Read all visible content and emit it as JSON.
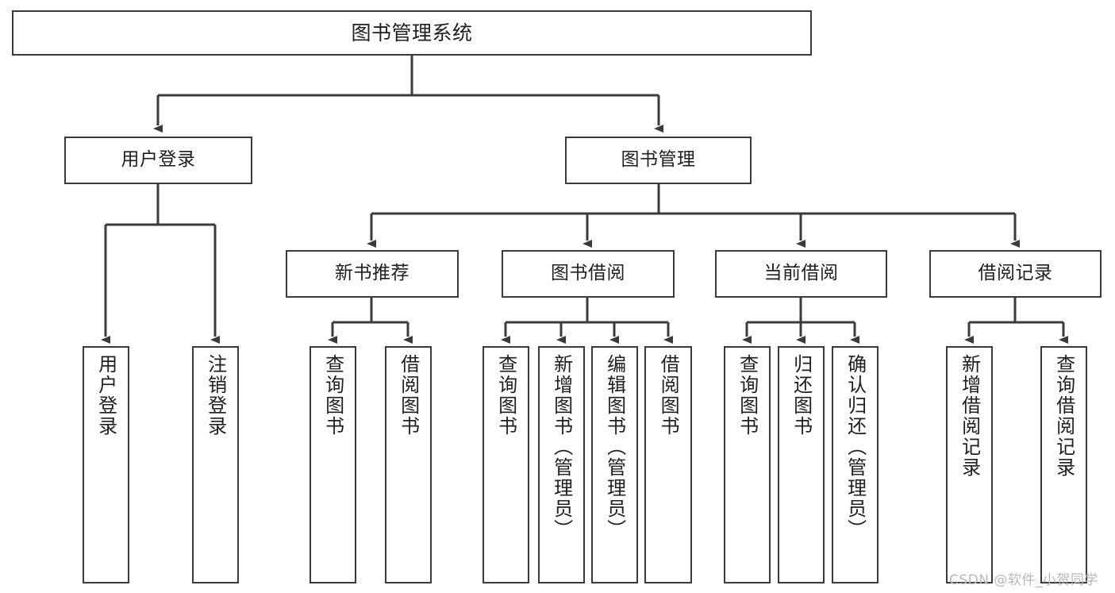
{
  "diagram": {
    "title": "图书管理系统",
    "type": "tree-hierarchy-chart",
    "root": {
      "label": "图书管理系统"
    },
    "level1": [
      {
        "label": "用户登录"
      },
      {
        "label": "图书管理"
      }
    ],
    "level2": [
      {
        "label": "新书推荐"
      },
      {
        "label": "图书借阅"
      },
      {
        "label": "当前借阅"
      },
      {
        "label": "借阅记录"
      }
    ],
    "leaves": {
      "user_login": [
        {
          "label": "用户登录"
        },
        {
          "label": "注销登录"
        }
      ],
      "new_book_recommend": [
        {
          "label": "查询图书"
        },
        {
          "label": "借阅图书"
        }
      ],
      "book_borrow": [
        {
          "label": "查询图书"
        },
        {
          "label": "新增图书（管理员）"
        },
        {
          "label": "编辑图书（管理员）"
        },
        {
          "label": "借阅图书"
        }
      ],
      "current_borrow": [
        {
          "label": "查询图书"
        },
        {
          "label": "归还图书"
        },
        {
          "label": "确认归还（管理员）"
        }
      ],
      "borrow_record": [
        {
          "label": "新增借阅记录"
        },
        {
          "label": "查询借阅记录"
        }
      ]
    }
  },
  "watermark": {
    "text": "CSDN @软件_小贺同学"
  },
  "colors": {
    "stroke": "#3b3b3b",
    "background": "#ffffff",
    "text": "#1f1f1f",
    "watermark": "#b9b9b9"
  },
  "chart_data": {
    "type": "table",
    "title": "图书管理系统 功能结构图",
    "nodes": [
      {
        "level": 0,
        "label": "图书管理系统",
        "parent": null
      },
      {
        "level": 1,
        "label": "用户登录",
        "parent": "图书管理系统"
      },
      {
        "level": 1,
        "label": "图书管理",
        "parent": "图书管理系统"
      },
      {
        "level": 2,
        "label": "用户登录",
        "parent": "用户登录"
      },
      {
        "level": 2,
        "label": "注销登录",
        "parent": "用户登录"
      },
      {
        "level": 2,
        "label": "新书推荐",
        "parent": "图书管理"
      },
      {
        "level": 2,
        "label": "图书借阅",
        "parent": "图书管理"
      },
      {
        "level": 2,
        "label": "当前借阅",
        "parent": "图书管理"
      },
      {
        "level": 2,
        "label": "借阅记录",
        "parent": "图书管理"
      },
      {
        "level": 3,
        "label": "查询图书",
        "parent": "新书推荐"
      },
      {
        "level": 3,
        "label": "借阅图书",
        "parent": "新书推荐"
      },
      {
        "level": 3,
        "label": "查询图书",
        "parent": "图书借阅"
      },
      {
        "level": 3,
        "label": "新增图书（管理员）",
        "parent": "图书借阅"
      },
      {
        "level": 3,
        "label": "编辑图书（管理员）",
        "parent": "图书借阅"
      },
      {
        "level": 3,
        "label": "借阅图书",
        "parent": "图书借阅"
      },
      {
        "level": 3,
        "label": "查询图书",
        "parent": "当前借阅"
      },
      {
        "level": 3,
        "label": "归还图书",
        "parent": "当前借阅"
      },
      {
        "level": 3,
        "label": "确认归还（管理员）",
        "parent": "当前借阅"
      },
      {
        "level": 3,
        "label": "新增借阅记录",
        "parent": "借阅记录"
      },
      {
        "level": 3,
        "label": "查询借阅记录",
        "parent": "借阅记录"
      }
    ]
  }
}
